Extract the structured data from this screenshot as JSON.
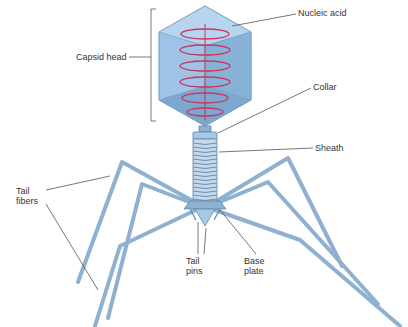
{
  "diagram": {
    "labels": [
      "Capsid head",
      "Nucleic acid",
      "Collar",
      "Sheath",
      "Tail fibers",
      "Tail pins",
      "Base plate"
    ]
  }
}
